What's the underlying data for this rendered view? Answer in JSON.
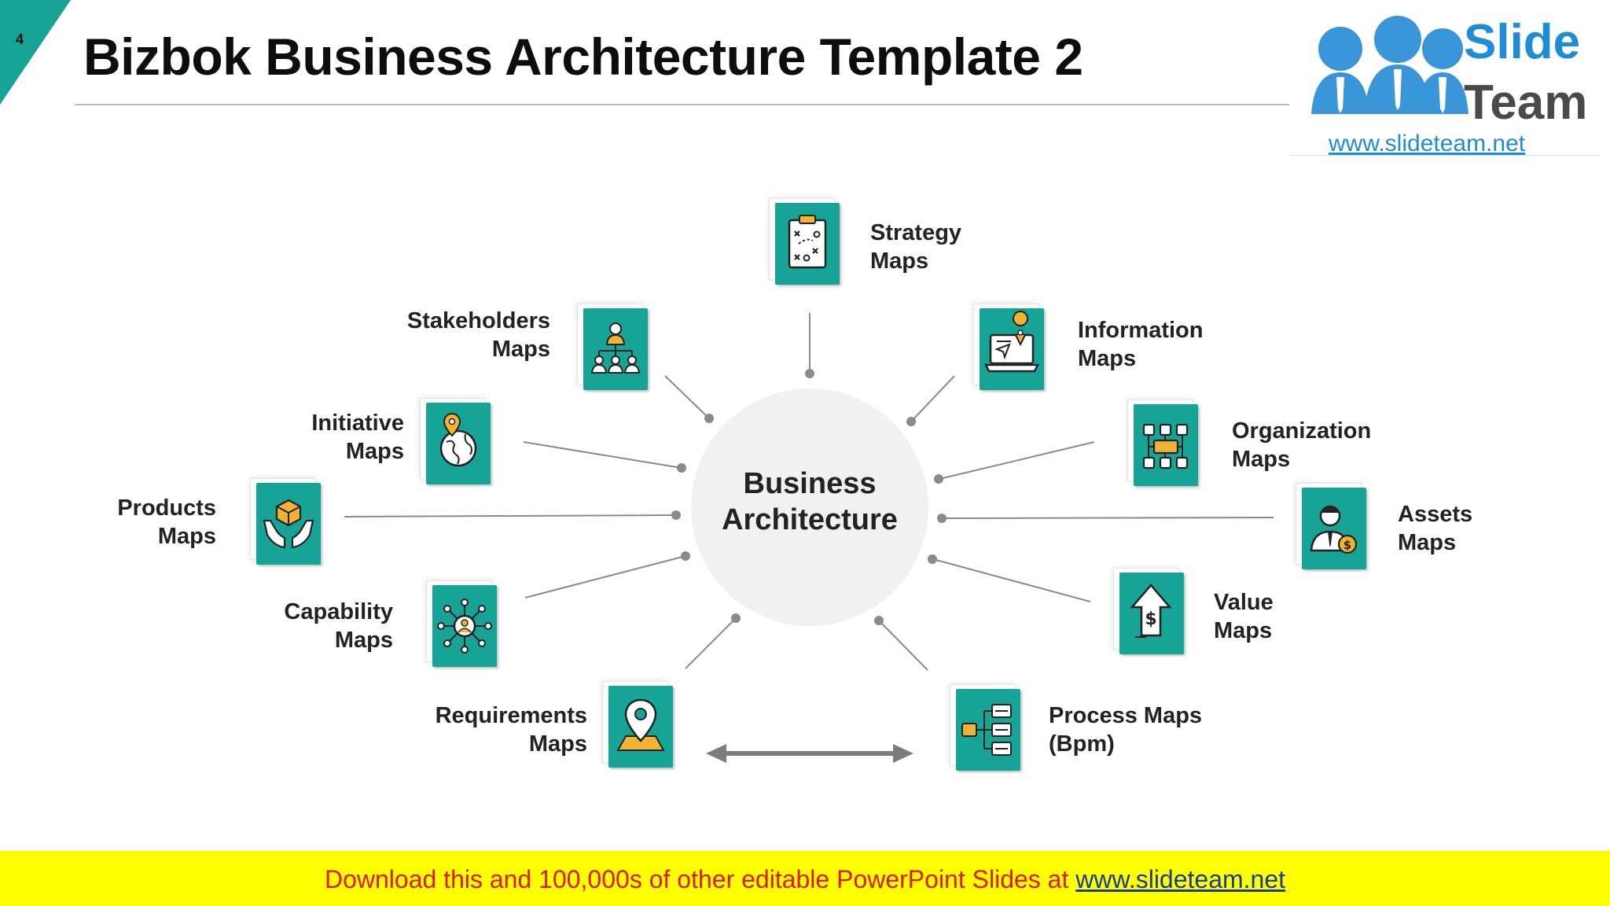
{
  "slide": {
    "number": "4",
    "title": "Bizbok Business Architecture Template 2"
  },
  "logo": {
    "line1": "Slide",
    "line2": "Team",
    "url": "www.slideteam.net"
  },
  "colors": {
    "accent": "#17a497",
    "icon_highlight": "#f2b233",
    "connector": "#8a8a8a",
    "center_circle": "#f1f0f2",
    "footer_bg": "#ffff00",
    "footer_text": "#e0191c"
  },
  "diagram": {
    "center_label": "Business Architecture",
    "nodes": [
      {
        "id": "strategy",
        "label_lines": [
          "Strategy",
          "Maps"
        ],
        "icon": "strategy-clipboard-icon"
      },
      {
        "id": "information",
        "label_lines": [
          "Information",
          "Maps"
        ],
        "icon": "information-laptop-icon"
      },
      {
        "id": "organization",
        "label_lines": [
          "Organization",
          "Maps"
        ],
        "icon": "organization-network-icon"
      },
      {
        "id": "assets",
        "label_lines": [
          "Assets",
          "Maps"
        ],
        "icon": "assets-person-dollar-icon"
      },
      {
        "id": "value",
        "label_lines": [
          "Value",
          "Maps"
        ],
        "icon": "value-arrow-dollar-icon"
      },
      {
        "id": "process",
        "label_lines": [
          "Process Maps",
          "(Bpm)"
        ],
        "icon": "process-flowchart-icon"
      },
      {
        "id": "requirements",
        "label_lines": [
          "Requirements",
          "Maps"
        ],
        "icon": "requirements-location-pin-icon"
      },
      {
        "id": "capability",
        "label_lines": [
          "Capability",
          "Maps"
        ],
        "icon": "capability-hub-icon"
      },
      {
        "id": "products",
        "label_lines": [
          "Products",
          "Maps"
        ],
        "icon": "products-hands-box-icon"
      },
      {
        "id": "initiative",
        "label_lines": [
          "Initiative",
          "Maps"
        ],
        "icon": "initiative-globe-pin-icon"
      },
      {
        "id": "stakeholders",
        "label_lines": [
          "Stakeholders",
          "Maps"
        ],
        "icon": "stakeholders-hierarchy-icon"
      }
    ]
  },
  "footer": {
    "text": "Download this and 100,000s of other editable PowerPoint Slides at ",
    "link": "www.slideteam.net"
  }
}
